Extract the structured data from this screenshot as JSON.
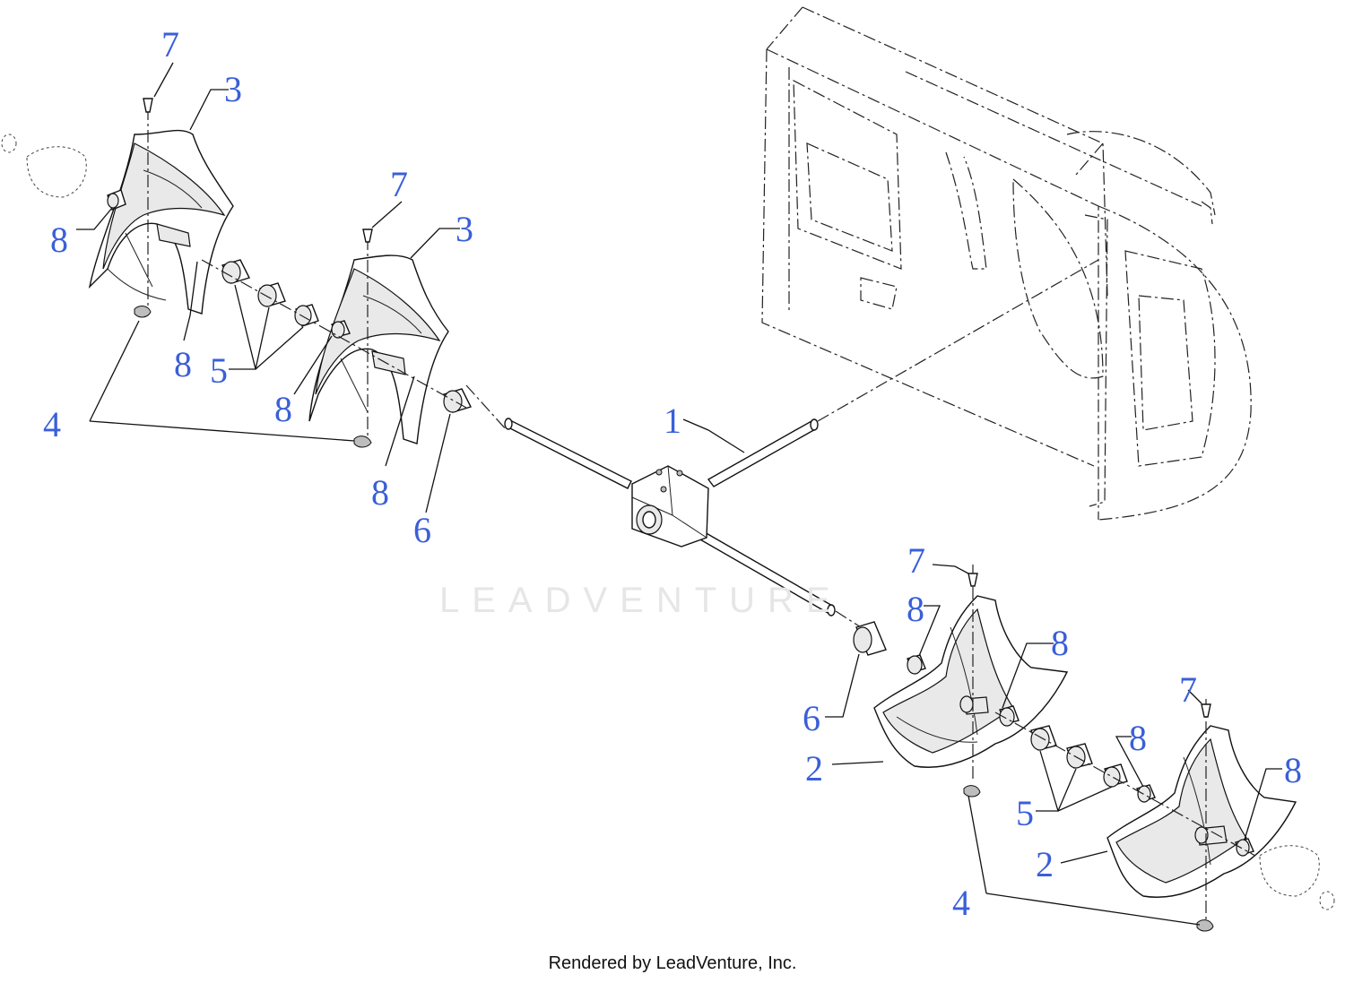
{
  "callouts": [
    {
      "id": "c7a",
      "label": "7"
    },
    {
      "id": "c3a",
      "label": "3"
    },
    {
      "id": "c8a",
      "label": "8"
    },
    {
      "id": "c7b",
      "label": "7"
    },
    {
      "id": "c3b",
      "label": "3"
    },
    {
      "id": "c8b",
      "label": "8"
    },
    {
      "id": "c5a",
      "label": "5"
    },
    {
      "id": "c4a",
      "label": "4"
    },
    {
      "id": "c8c",
      "label": "8"
    },
    {
      "id": "c8d",
      "label": "8"
    },
    {
      "id": "c6a",
      "label": "6"
    },
    {
      "id": "c1",
      "label": "1"
    },
    {
      "id": "c7c",
      "label": "7"
    },
    {
      "id": "c8e",
      "label": "8"
    },
    {
      "id": "c8f",
      "label": "8"
    },
    {
      "id": "c6b",
      "label": "6"
    },
    {
      "id": "c2a",
      "label": "2"
    },
    {
      "id": "c7d",
      "label": "7"
    },
    {
      "id": "c8g",
      "label": "8"
    },
    {
      "id": "c8h",
      "label": "8"
    },
    {
      "id": "c5b",
      "label": "5"
    },
    {
      "id": "c2b",
      "label": "2"
    },
    {
      "id": "c4b",
      "label": "4"
    }
  ],
  "watermark": "LEADVENTURE",
  "footer": "Rendered by LeadVenture, Inc.",
  "colors": {
    "callout": "#3a5fd8",
    "line": "#111111"
  }
}
